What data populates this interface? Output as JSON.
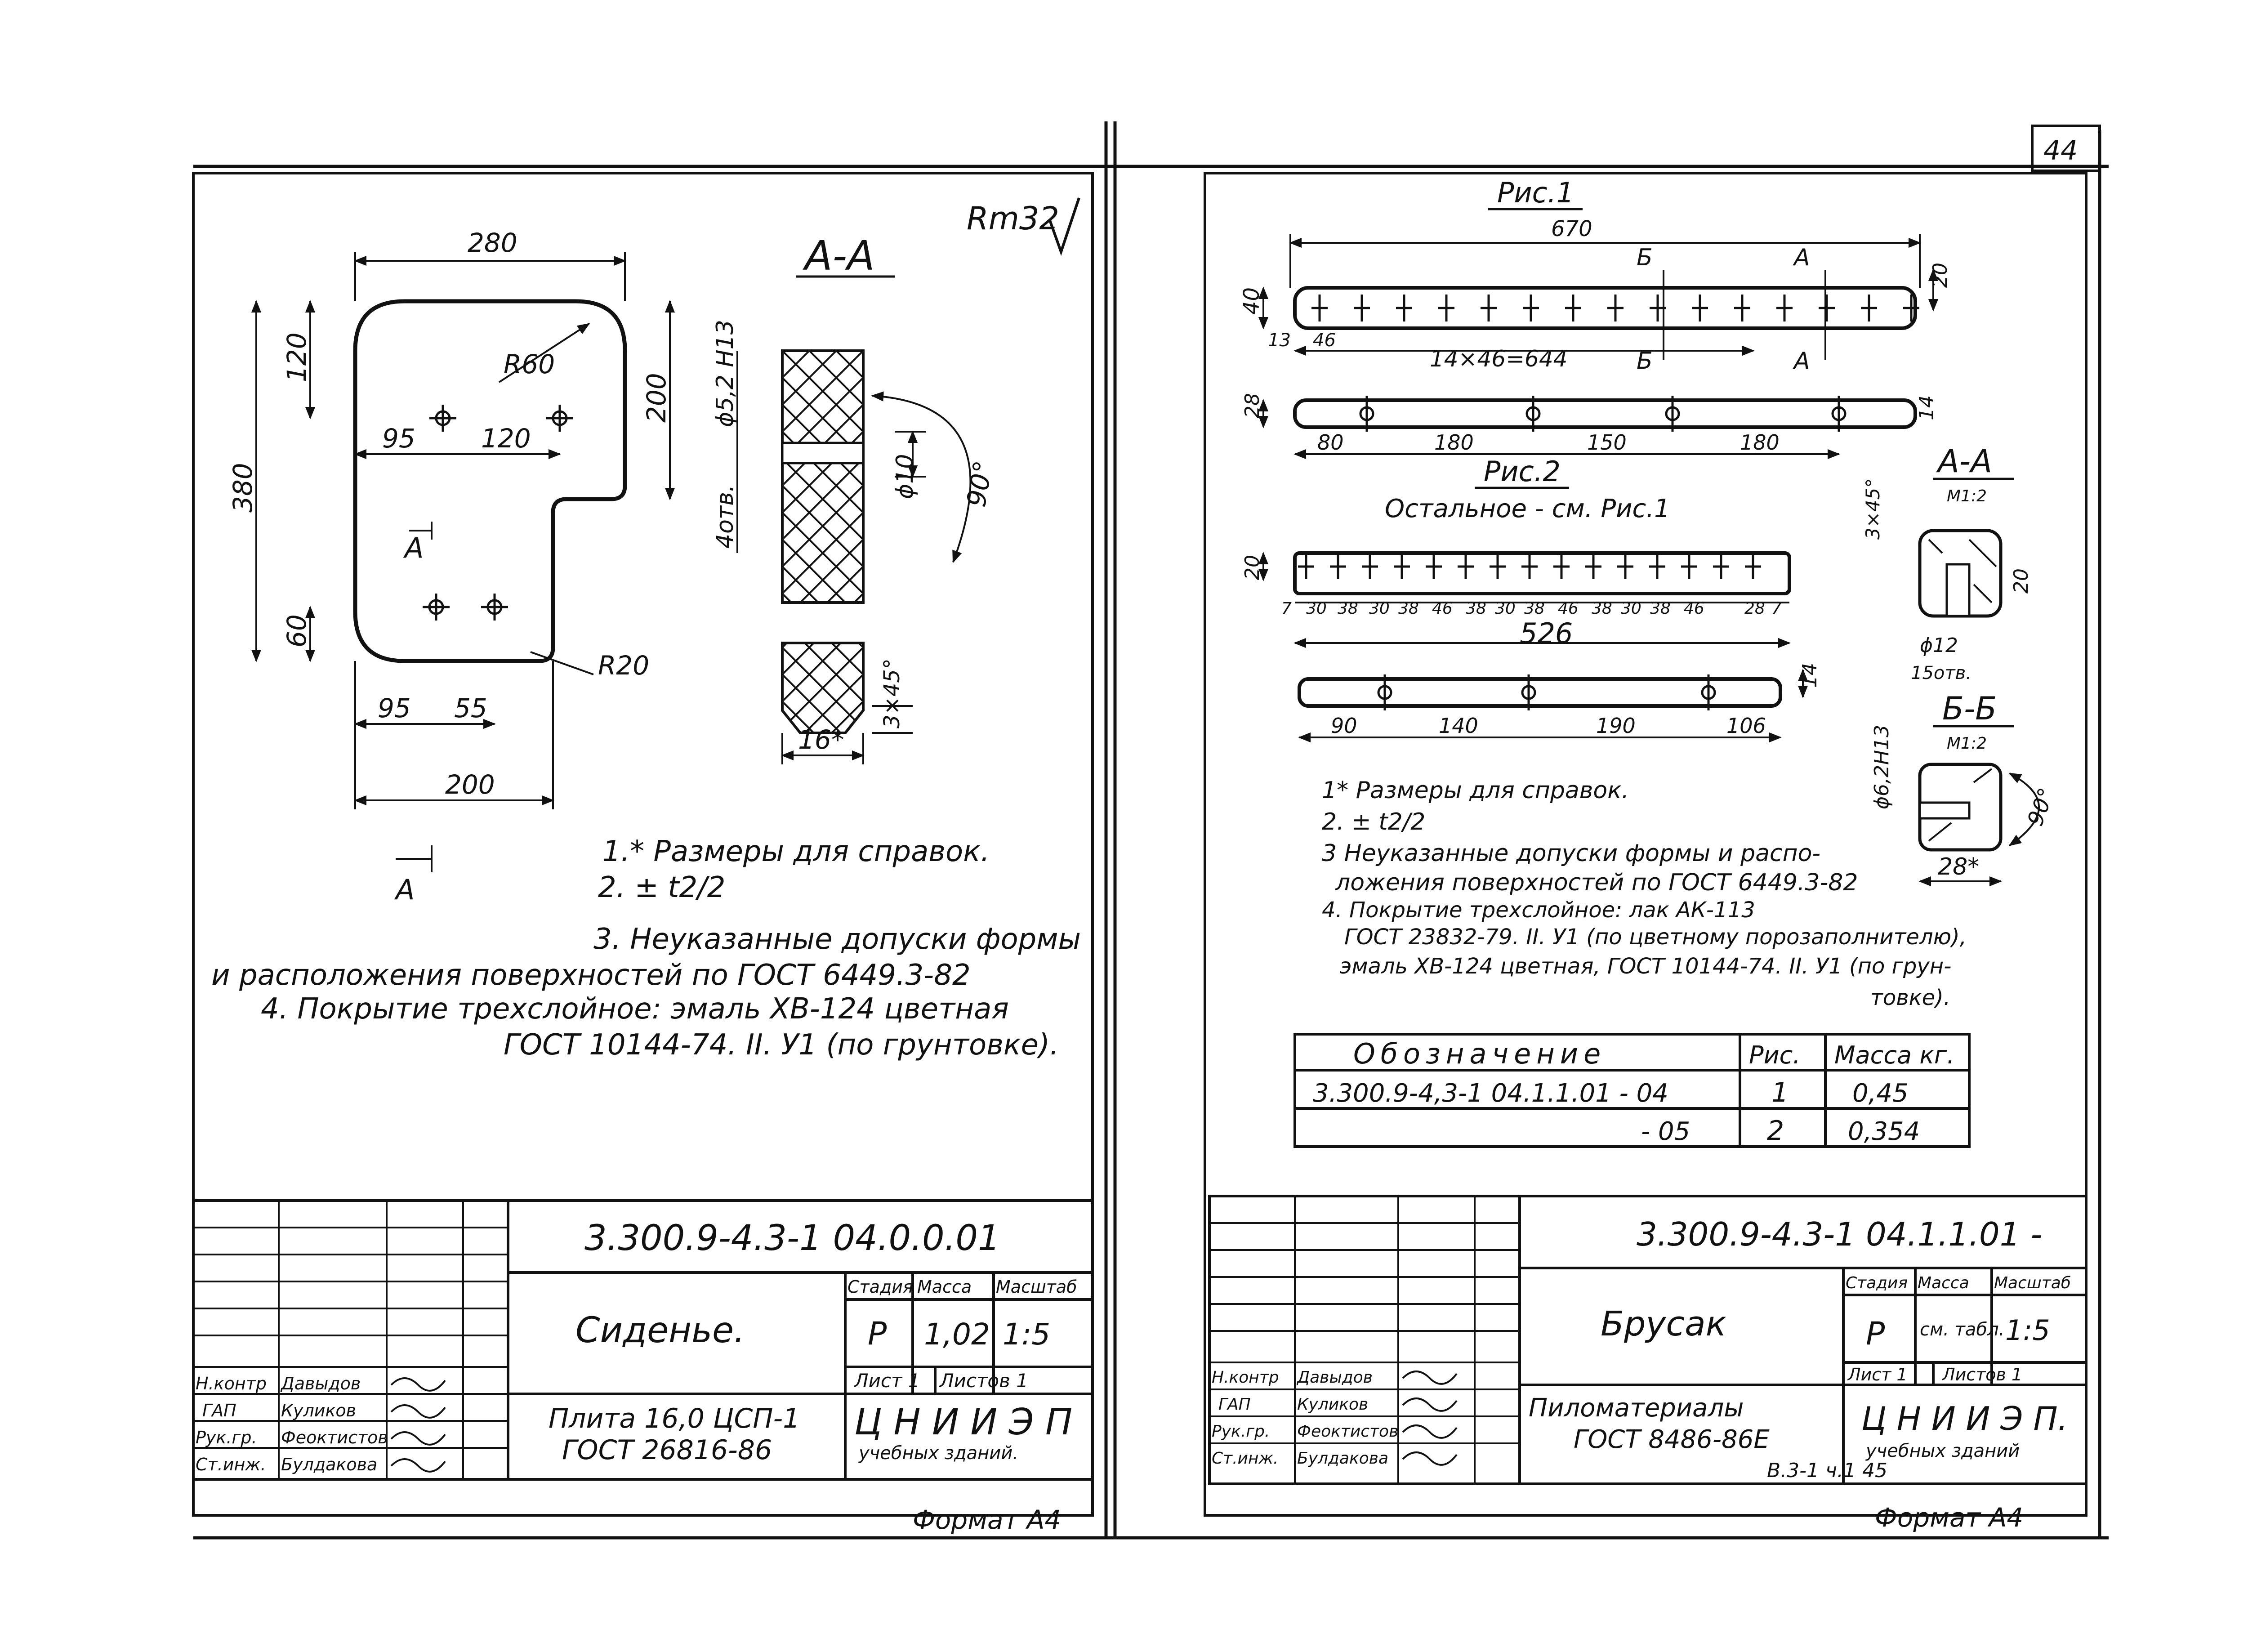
{
  "page_number": "44",
  "left_sheet": {
    "roughness": "Rm32",
    "section_title": "А-А",
    "section_marker": "А",
    "plate_dims": {
      "width_top": "280",
      "height_total": "380",
      "top_left": "120",
      "right_height": "200",
      "bottom_left": "60",
      "holes_x1": "95",
      "holes_x2": "120",
      "holes_b1": "95",
      "holes_b2": "55",
      "bottom_width": "200",
      "radius_big": "R60",
      "radius_small": "R20"
    },
    "section_dims": {
      "hole": "ϕ5,2 H13",
      "holes_count": "4отв.",
      "countersink": "ϕ10",
      "angle": "90°",
      "chamfer": "3×45°",
      "thickness": "16*"
    },
    "notes": [
      "1.* Размеры для справок.",
      "2. ± t2/2",
      "3. Неуказанные допуски формы",
      "и расположения поверхностей по ГОСТ 6449.3-82",
      "4. Покрытие трехслойное: эмаль ХВ-124 цветная",
      "ГОСТ 10144-74. II. У1 (по грунтовке)."
    ],
    "title_block": {
      "designation": "3.300.9-4.3-1 04.0.0.01",
      "name": "Сиденье.",
      "material_line1": "Плита 16,0 ЦСП-1",
      "material_line2": "ГОСТ 26816-86",
      "col_stage": "Стадия",
      "col_mass": "Масса",
      "col_scale": "Масштаб",
      "stage": "Р",
      "mass": "1,02",
      "scale": "1:5",
      "sheet": "Лист 1",
      "sheets": "Листов 1",
      "org": "Ц Н И И Э П",
      "org_sub": "учебных зданий.",
      "staff": [
        {
          "role": "Н.контр",
          "name": "Давыдов"
        },
        {
          "role": "ГАП",
          "name": "Куликов"
        },
        {
          "role": "Рук.гр.",
          "name": "Феоктистов"
        },
        {
          "role": "Ст.инж.",
          "name": "Булдакова"
        }
      ]
    },
    "format": "Формат А4"
  },
  "right_sheet": {
    "fig1_title": "Рис.1",
    "fig1_dims": {
      "length": "670",
      "height": "40",
      "edge": "20",
      "first": "13",
      "step": "46",
      "pattern": "14×46=644",
      "bottom_height": "28",
      "bottom_edge": "14",
      "b1": "80",
      "b2": "180",
      "b3": "150",
      "b4": "180"
    },
    "fig1_section_marks": [
      "Б",
      "А"
    ],
    "fig2_title": "Рис.2",
    "fig2_sub": "Остальное - см. Рис.1",
    "fig2_dims": {
      "height": "20",
      "length": "526",
      "edge": "14",
      "spacing": [
        "7",
        "30",
        "38",
        "30",
        "38",
        "46",
        "38",
        "30",
        "38",
        "46",
        "38",
        "30",
        "38",
        "46",
        "28",
        "7"
      ],
      "b1": "90",
      "b2": "140",
      "b3": "190",
      "b4": "106"
    },
    "section_aa": {
      "title": "А-А",
      "scale": "М1:2",
      "chamfer": "3×45°",
      "height": "20",
      "hole": "ϕ12",
      "holes": "15отв."
    },
    "section_bb": {
      "title": "Б-Б",
      "scale": "М1:2",
      "hole": "ϕ6,2H13",
      "angle": "90°",
      "width": "28*"
    },
    "notes": [
      "1* Размеры для справок.",
      "2. ± t2/2",
      "3 Неуказанные допуски формы и распо-",
      "ложения поверхностей по ГОСТ 6449.3-82",
      "4. Покрытие трехслойное: лак АК-113",
      "ГОСТ 23832-79. II. У1 (по цветному порозаполнителю),",
      "эмаль ХВ-124 цветная, ГОСТ 10144-74. II. У1 (по грун-",
      "товке)."
    ],
    "table": {
      "headers": [
        "Обозначение",
        "Рис.",
        "Масса кг."
      ],
      "rows": [
        [
          "3.300.9-4,3-1  04.1.1.01 - 04",
          "1",
          "0,45"
        ],
        [
          "- 05",
          "2",
          "0,354"
        ]
      ]
    },
    "title_block": {
      "designation": "3.300.9-4.3-1 04.1.1.01 -",
      "name": "Брусак",
      "material_line1": "Пиломатериалы",
      "material_line2": "ГОСТ 8486-86Е",
      "col_stage": "Стадия",
      "col_mass": "Масса",
      "col_scale": "Масштаб",
      "stage": "Р",
      "mass": "см. табл.",
      "scale": "1:5",
      "sheet": "Лист 1",
      "sheets": "Листов 1",
      "org": "Ц Н И И Э П.",
      "org_sub": "учебных зданий",
      "staff": [
        {
          "role": "Н.контр",
          "name": "Давыдов"
        },
        {
          "role": "ГАП",
          "name": "Куликов"
        },
        {
          "role": "Рук.гр.",
          "name": "Феоктистов"
        },
        {
          "role": "Ст.инж.",
          "name": "Булдакова"
        }
      ]
    },
    "album_ref": "В.3-1 ч.1  45",
    "format": "Формат А4"
  }
}
